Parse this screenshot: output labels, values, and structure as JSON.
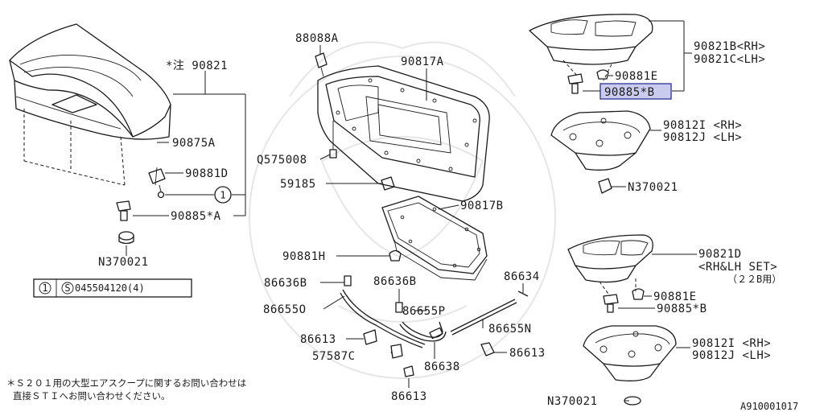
{
  "labels": {
    "p88088A": "88088A",
    "p90817A": "90817A",
    "p90821": "*注 90821",
    "p90875A": "90875A",
    "p90881D": "90881D",
    "p90885A": "90885*A",
    "pN370021_a": "N370021",
    "pQ575008": "Q575008",
    "p59185": "59185",
    "p90817B": "90817B",
    "p90881H": "90881H",
    "p86636B_a": "86636B",
    "p86636B_b": "86636B",
    "p86634": "86634",
    "p86655O": "86655O",
    "p86655P": "86655P",
    "p86655N": "86655N",
    "p86613_a": "86613",
    "p57587C": "57587C",
    "p86638": "86638",
    "p86613_b": "86613",
    "p86613_c": "86613",
    "p90821B": "90821B<RH>",
    "p90821C": "90821C<LH>",
    "p90881E_a": "90881E",
    "p90885B_sel": "90885*B",
    "p90812I_a": "90812I <RH>",
    "p90812J_a": "90812J <LH>",
    "pN370021_b": "N370021",
    "p90821D": "90821D",
    "p90821D_set": "<RH&LH SET>",
    "p90821D_note": "（２２B用）",
    "p90881E_b": "90881E",
    "p90885B": "90885*B",
    "p90812I_b": "90812I <RH>",
    "p90812J_b": "90812J <LH>",
    "pN370021_c": "N370021",
    "callout1": "1",
    "legend_num": "1",
    "legend_s": "S",
    "legend_part": "045504120(4)",
    "footnote1": "＊Ｓ２０１用の大型エアスクープに関するお問い合わせは",
    "footnote2": "直接ＳＴＩへお問い合わせください。",
    "diagram_id": "A910001017"
  },
  "selected_part": "90885*B",
  "colors": {
    "highlight": "#c9ccee",
    "highlight_border": "#3a3f9a",
    "line": "#1a1a1a"
  }
}
